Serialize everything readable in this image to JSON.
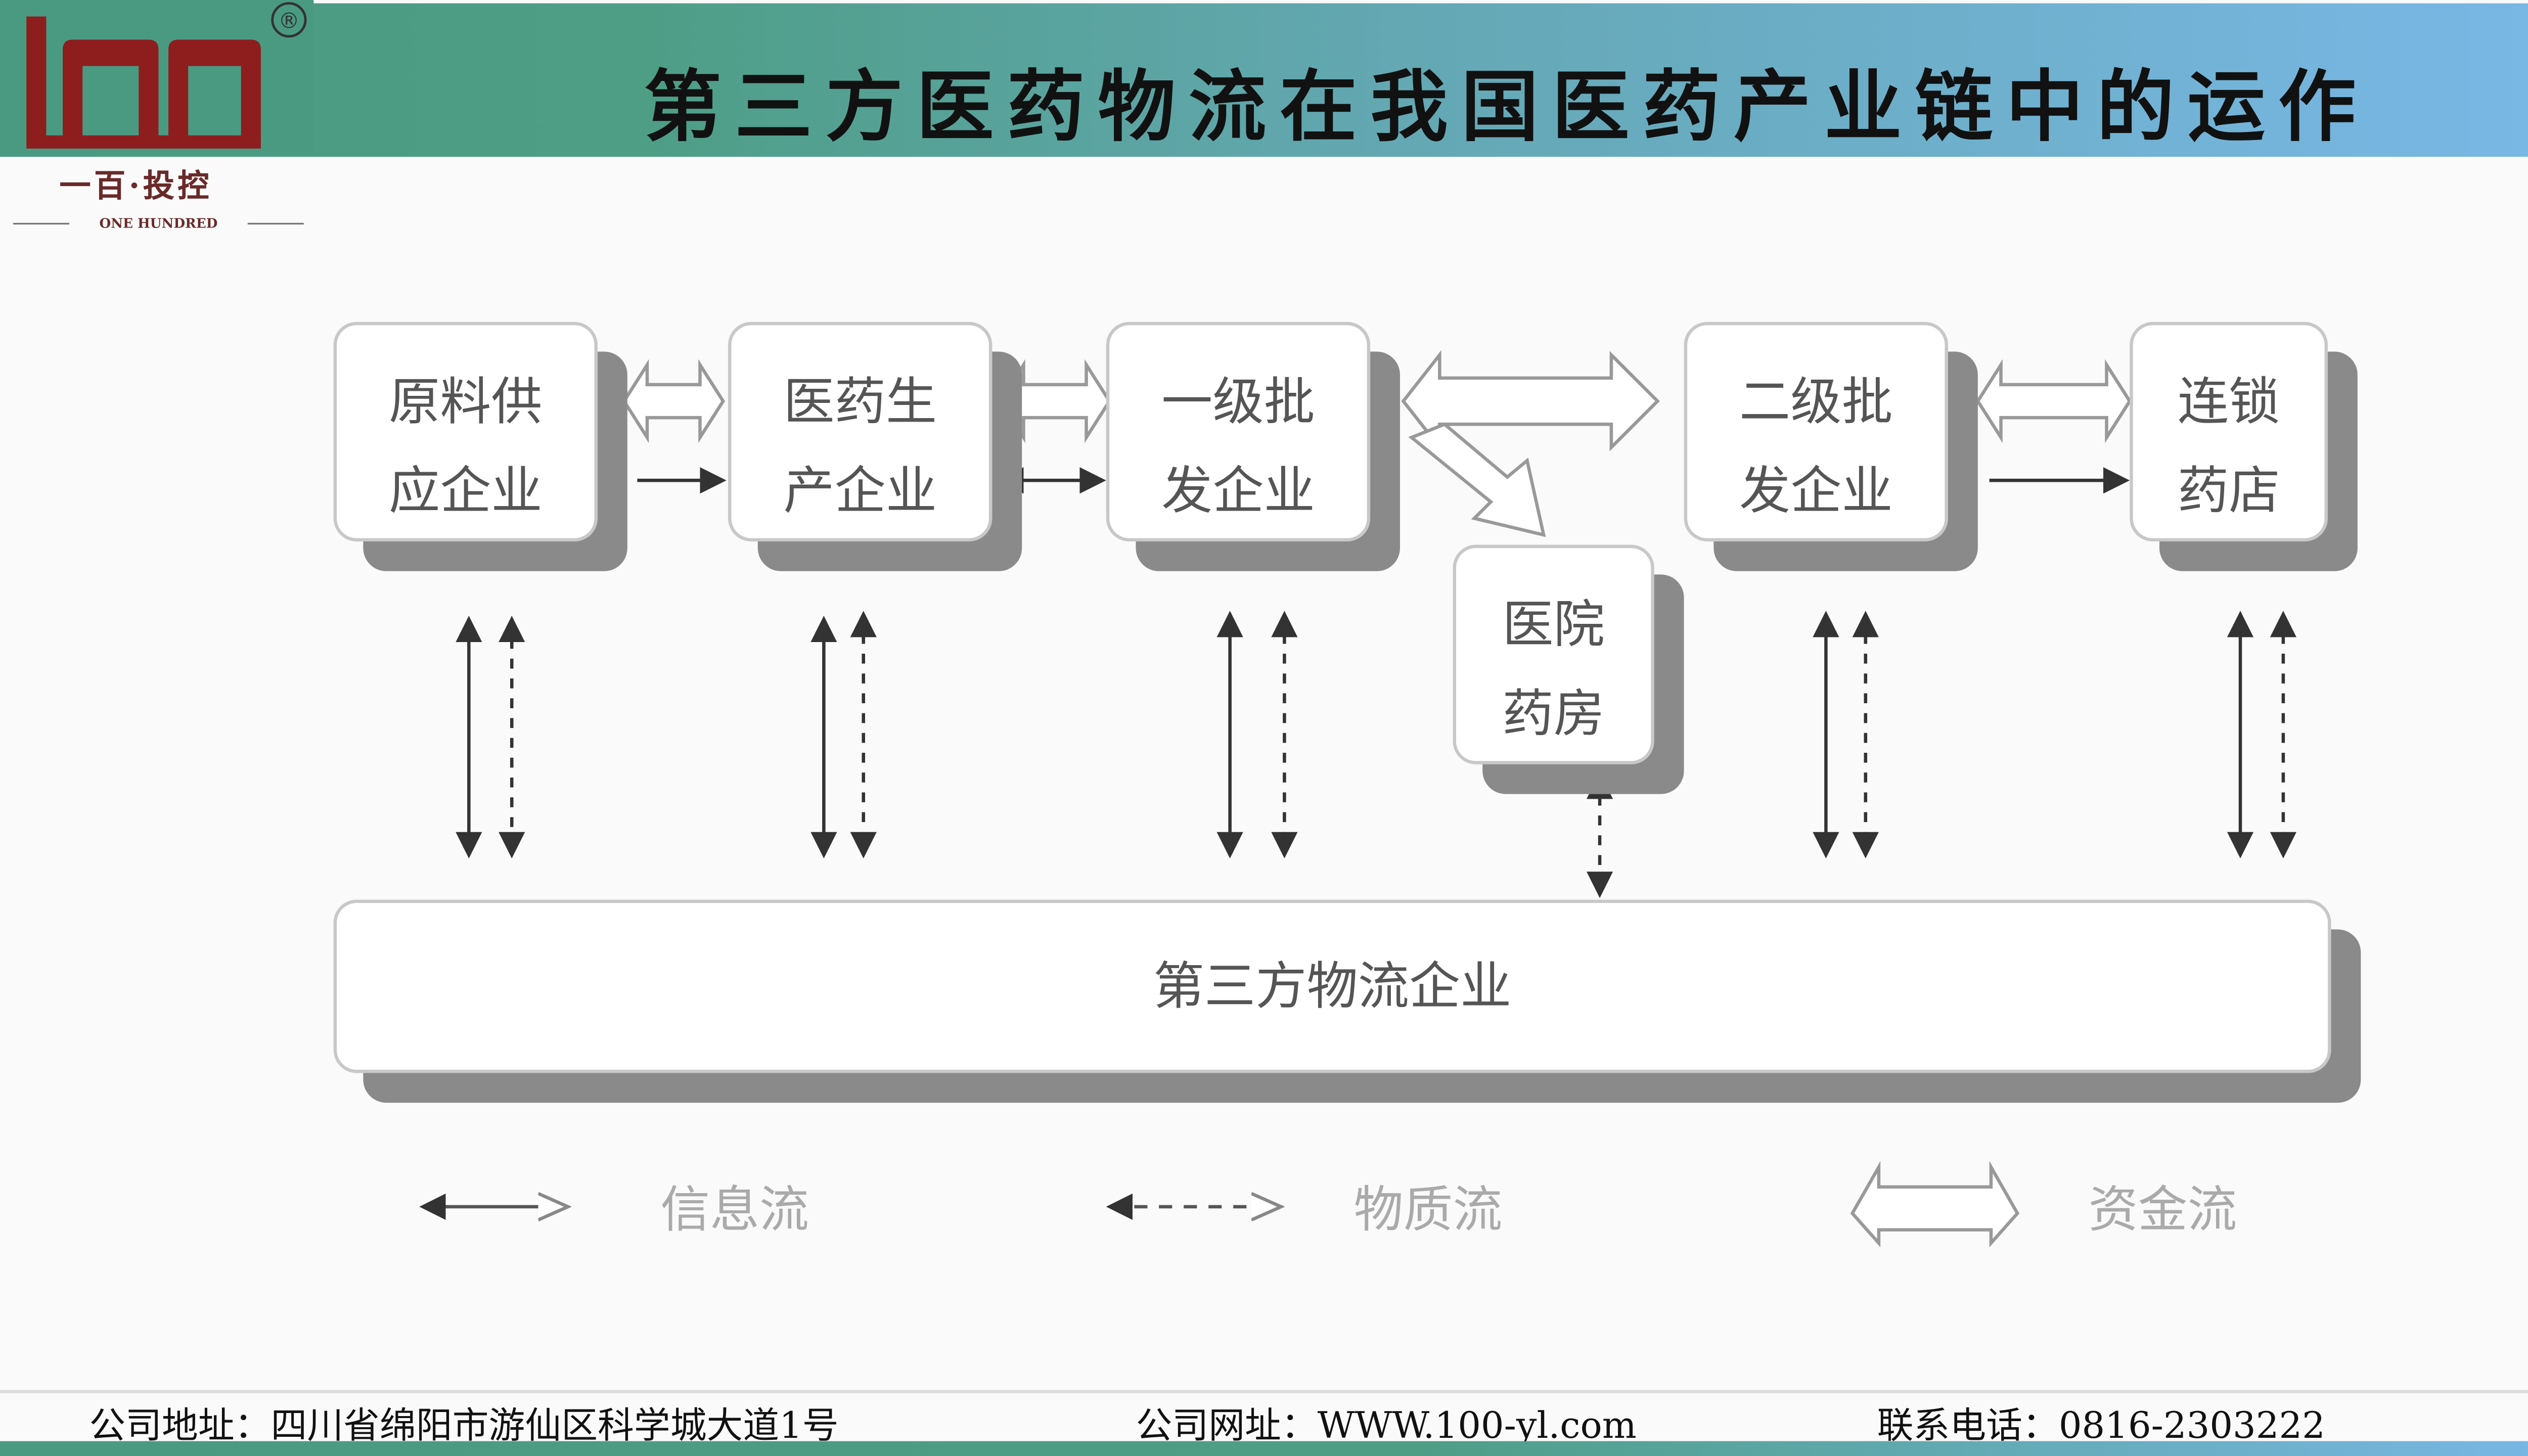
{
  "header": {
    "title": "第三方医药物流在我国医药产业链中的运作"
  },
  "logo": {
    "mark": "100",
    "registered": "®",
    "name_cn": "一百·投控",
    "name_en": "ONE HUNDRED"
  },
  "diagram": {
    "nodes": {
      "raw": [
        "原料供",
        "应企业"
      ],
      "pharma": [
        "医药生",
        "产企业"
      ],
      "wholesale1": [
        "一级批",
        "发企业"
      ],
      "hospital": [
        "医院",
        "药房"
      ],
      "wholesale2": [
        "二级批",
        "发企业"
      ],
      "chain": [
        "连锁",
        "药店"
      ],
      "logistics": "第三方物流企业"
    },
    "legend": {
      "info": "信息流",
      "goods": "物质流",
      "funds": "资金流"
    }
  },
  "footer": {
    "address": "公司地址：四川省绵阳市游仙区科学城大道1号",
    "website": "公司网址：WWW.100-yl.com",
    "phone": "联系电话：0816-2303222"
  }
}
